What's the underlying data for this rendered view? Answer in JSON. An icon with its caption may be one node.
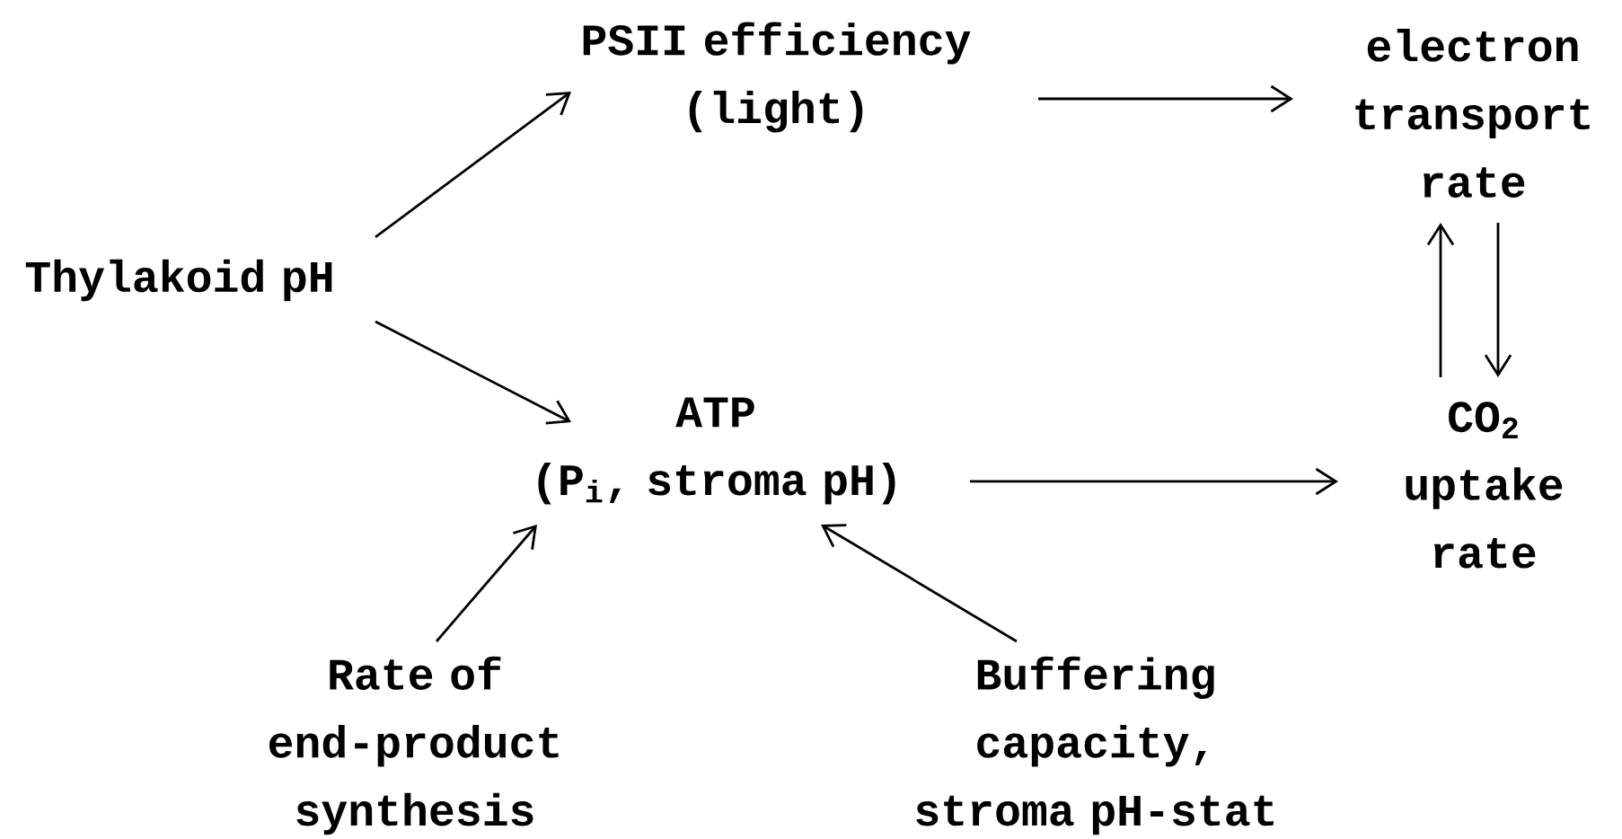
{
  "diagram": {
    "nodes": [
      {
        "text": [
          "Thylakoid pH"
        ]
      },
      {
        "text": [
          "PSII efficiency (light)"
        ]
      },
      {
        "text": [
          "electron transport rate"
        ]
      },
      {
        "text": [
          "ATP (P$_{i}$, stroma pH)"
        ]
      },
      {
        "text": [
          "CO$_{2}$ uptake rate"
        ]
      },
      {
        "text": [
          "Rate of end-product synthesis"
        ]
      },
      {
        "text": [
          "Buffering capacity, stroma pH-stat"
        ]
      }
    ],
    "edges": [
      {
        "from": 0,
        "to": 1,
        "arrow": "to"
      },
      {
        "from": 0,
        "to": 3,
        "arrow": "to"
      },
      {
        "from": 1,
        "to": 2,
        "arrow": "to"
      },
      {
        "from": 3,
        "to": 4,
        "arrow": "to"
      },
      {
        "from": 4,
        "to": 2,
        "arrow": "to"
      },
      {
        "from": 2,
        "to": 4,
        "arrow": "to"
      },
      {
        "from": 5,
        "to": 3,
        "arrow": "to"
      },
      {
        "from": 6,
        "to": 3,
        "arrow": "to"
      }
    ]
  }
}
